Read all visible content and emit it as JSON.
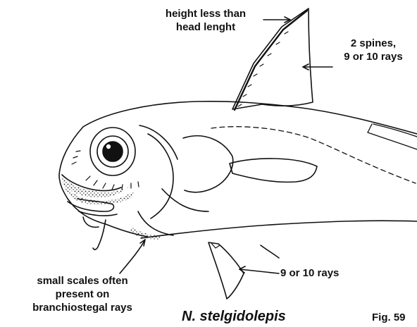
{
  "labels": {
    "dorsal_height_line1": "height less than",
    "dorsal_height_line2": "head lenght",
    "dorsal_spines_line1": "2  spines,",
    "dorsal_spines_line2": "9 or  10 rays",
    "pelvic_rays": "9 or 10 rays",
    "scales_line1": "small  scales  often",
    "scales_line2": "present   on",
    "scales_line3": "branchiostegal  rays"
  },
  "species_name": "N.  stelgidolepis",
  "figure_number": "Fig.  59"
}
